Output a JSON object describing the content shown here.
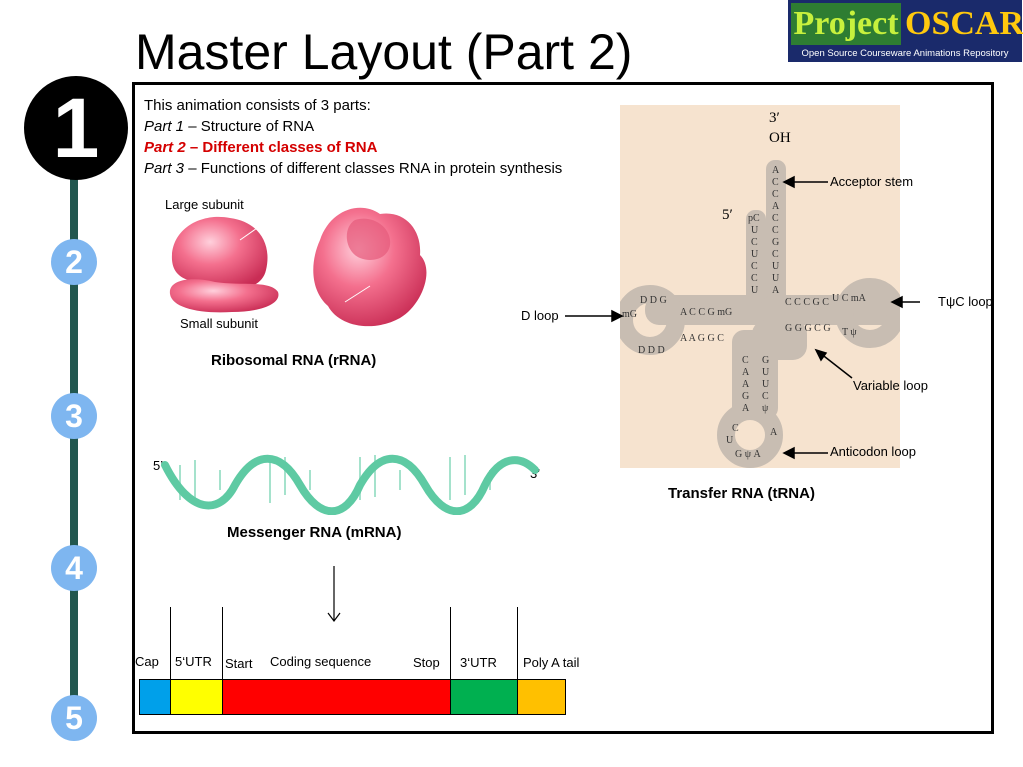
{
  "title": "Master Layout (Part 2)",
  "logo": {
    "word1": "Project",
    "word2": "OSCAR",
    "tagline": "Open Source Courseware Animations Repository"
  },
  "nav": {
    "current": "1",
    "steps": [
      "2",
      "3",
      "4",
      "5"
    ]
  },
  "intro": {
    "heading": "This animation consists of 3 parts:",
    "parts": [
      {
        "label": "Part 1",
        "text": "– Structure of RNA"
      },
      {
        "label": "Part 2",
        "text": "– Different classes of RNA"
      },
      {
        "label": "Part 3",
        "text": "– Functions of different classes RNA in protein synthesis"
      }
    ]
  },
  "rrna": {
    "large_label": "Large subunit",
    "small_label": "Small subunit",
    "caption": "Ribosomal RNA (rRNA)"
  },
  "mrna": {
    "five_prime": "5’",
    "three_prime": "3’",
    "caption": "Messenger RNA (mRNA)",
    "segments": [
      {
        "label": "Cap",
        "color": "#00a0ea"
      },
      {
        "label": "5‘UTR",
        "color": "#ffff00"
      },
      {
        "label": "Start",
        "color": "#ff0000"
      },
      {
        "label": "Coding sequence",
        "color": "#ff0000"
      },
      {
        "label": "Stop",
        "color": "#ff0000"
      },
      {
        "label": "3‘UTR",
        "color": "#00b050"
      },
      {
        "label": "Poly A tail",
        "color": "#ffc000"
      }
    ]
  },
  "trna": {
    "caption": "Transfer RNA (tRNA)",
    "labels": {
      "acceptor": "Acceptor stem",
      "tpsic": "TψC loop",
      "dloop": "D loop",
      "variable": "Variable loop",
      "anticodon": "Anticodon loop"
    },
    "end3": "3′",
    "oh": "OH",
    "end5": "5′"
  }
}
